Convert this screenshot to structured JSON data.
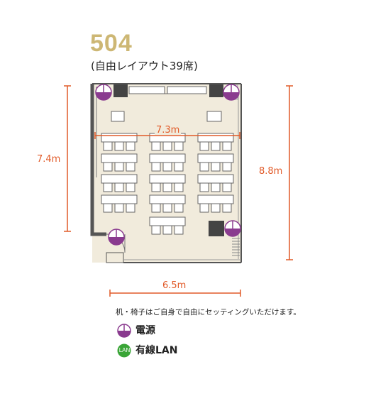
{
  "room": {
    "number": "504",
    "caption": "(自由レイアウト39席)"
  },
  "dimensions": {
    "inner_width": "7.3m",
    "inner_depth": "7.4m",
    "outer_depth": "8.8m",
    "outer_width": "6.5m"
  },
  "note": "机・椅子はご自身で自由にセッティングいただけます。",
  "legend": {
    "power_label": "電源",
    "lan_badge": "LAN",
    "lan_label": "有線LAN"
  },
  "colors": {
    "room_number": "#cdb774",
    "dimension": "#e15a28",
    "floor": "#f1ebdc",
    "wall": "#555555",
    "power_purple": "#8a3b8f",
    "lan_green": "#3aa537"
  },
  "seating": {
    "desk_columns": 3,
    "desk_rows": 5,
    "chairs_per_desk": 3
  }
}
